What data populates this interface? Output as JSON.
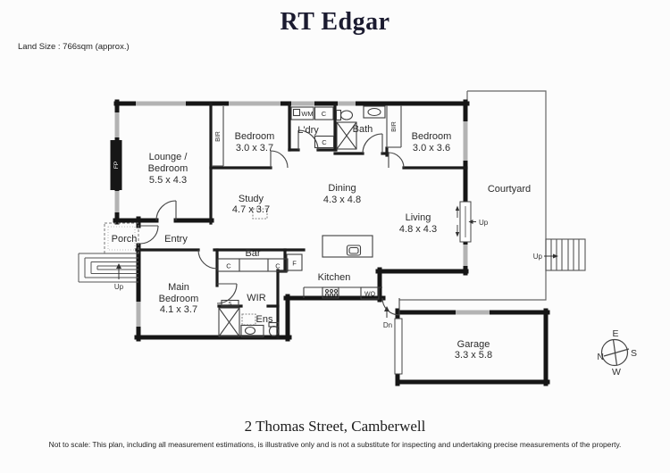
{
  "header": {
    "brand": "RT Edgar",
    "land_size_label": "Land Size :  766sqm (approx.)"
  },
  "plan": {
    "rooms": {
      "lounge": {
        "line1": "Lounge /",
        "line2": "Bedroom",
        "dims": "5.5 x 4.3"
      },
      "bedroom1": {
        "line1": "Bedroom",
        "dims": "3.0 x 3.7"
      },
      "bedroom2": {
        "line1": "Bedroom",
        "dims": "3.0 x 3.6"
      },
      "study": {
        "line1": "Study",
        "dims": "4.7 x 3.7"
      },
      "dining": {
        "line1": "Dining",
        "dims": "4.3 x 4.8"
      },
      "living": {
        "line1": "Living",
        "dims": "4.8 x 4.3"
      },
      "kitchen": {
        "line1": "Kitchen"
      },
      "courtyard": {
        "line1": "Courtyard"
      },
      "main_bedroom": {
        "line1": "Main",
        "line2": "Bedroom",
        "dims": "4.1 x 3.7"
      },
      "garage": {
        "line1": "Garage",
        "dims": "3.3 x 5.8"
      },
      "laundry": {
        "line1": "L'dry"
      },
      "bath": {
        "line1": "Bath"
      },
      "entry": {
        "line1": "Entry"
      },
      "porch": {
        "line1": "Porch"
      },
      "wir": {
        "line1": "WIR"
      },
      "ens": {
        "line1": "Ens"
      },
      "bar": {
        "line1": "Bar"
      }
    },
    "fixtures": {
      "bir": "BIR",
      "fireplace": "FP",
      "washing_machine": "WM",
      "cupboard": "C",
      "fridge": "F",
      "wall_oven": "WO",
      "shelf": "s"
    },
    "stairs": {
      "up": "Up",
      "down": "Dn"
    },
    "compass": {
      "n": "N",
      "e": "E",
      "s": "S",
      "w": "W"
    }
  },
  "footer": {
    "address": "2 Thomas Street, Camberwell",
    "disclaimer": "Not to scale: This plan, including all measurement estimations, is illustrative only and is not a substitute for inspecting and undertaking precise measurements of the property."
  },
  "colors": {
    "wall": "#161616",
    "window": "#b3b3b3",
    "thin_line": "#555555",
    "text": "#2b2b2b",
    "brand": "#1b1b30",
    "background": "#fcfcfc"
  }
}
